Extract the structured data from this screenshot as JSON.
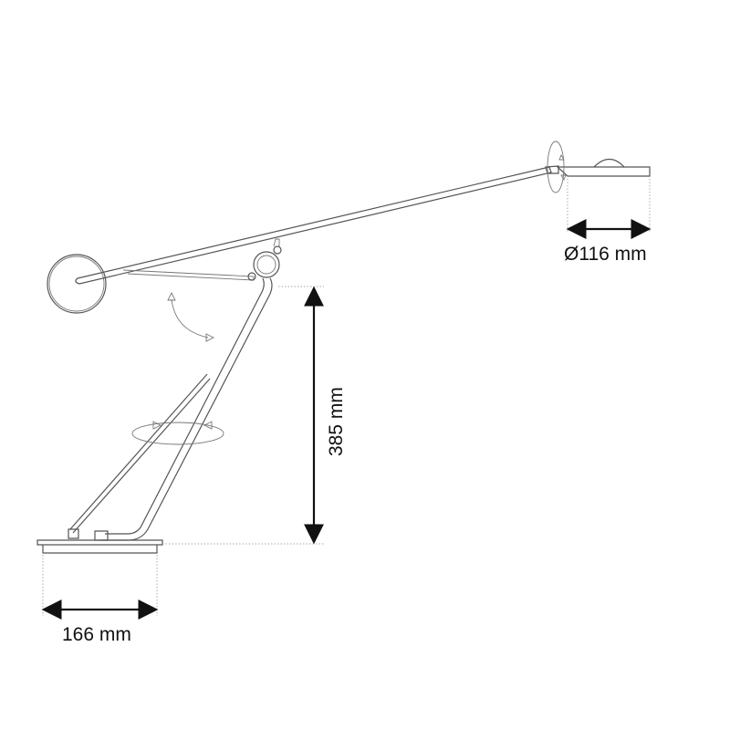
{
  "dimensions": {
    "shade_diameter": "Ø116 mm",
    "height": "385 mm",
    "base_width": "166 mm"
  }
}
